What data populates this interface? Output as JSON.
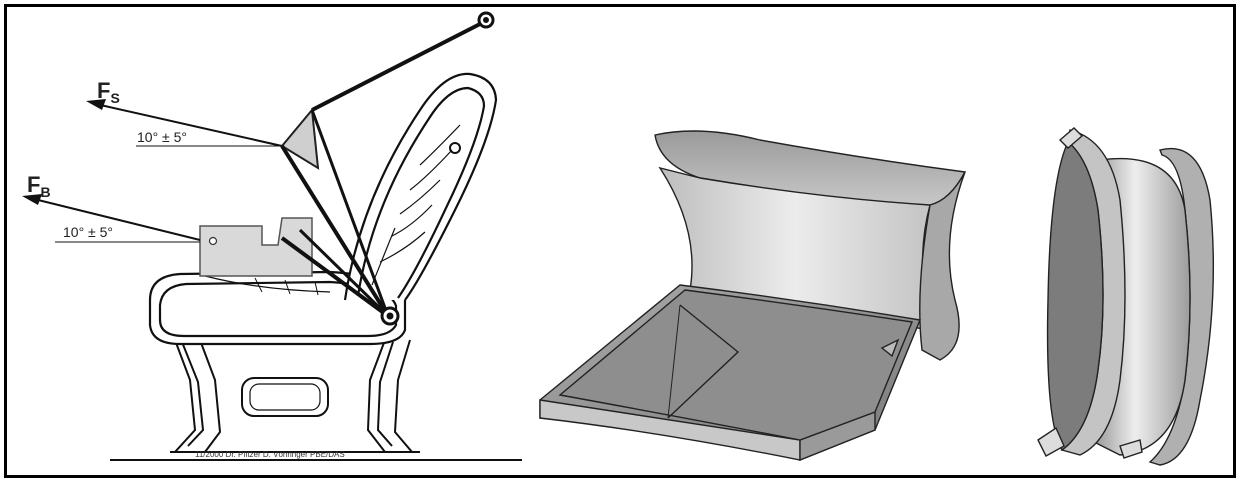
{
  "labels": {
    "force_shoulder": {
      "main": "F",
      "sub": "S"
    },
    "force_belt": {
      "main": "F",
      "sub": "B"
    },
    "angle_upper": "10° ± 5°",
    "angle_lower": "10° ± 5°",
    "credit": "11/2000  Dr. Pfitzer  D. Vöhringer PBE/DAS"
  },
  "colors": {
    "line": "#111111",
    "block_fill": "#d9d9d9",
    "block_dark": "#8c8c8c",
    "block_mid": "#b5b5b5",
    "block_light": "#e6e6e6"
  }
}
